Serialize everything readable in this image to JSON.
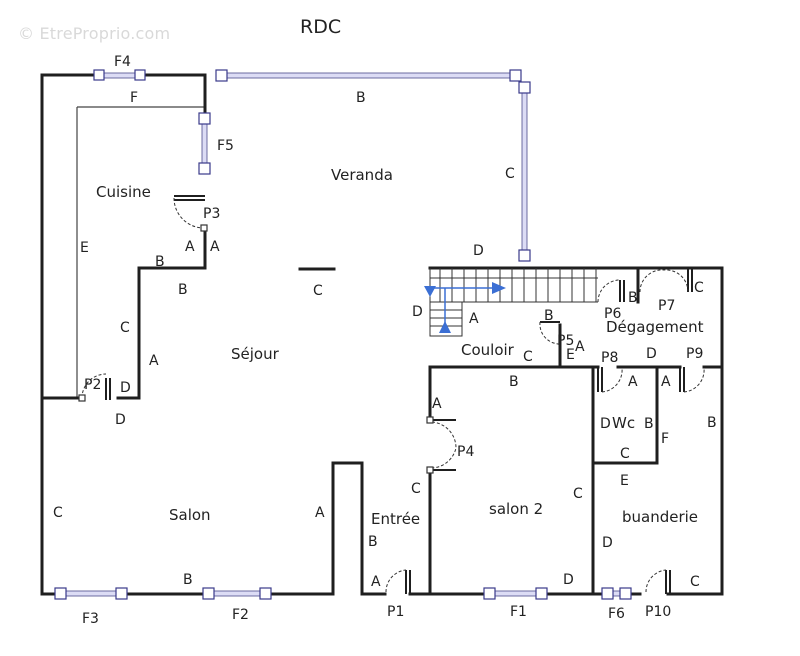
{
  "watermark": "© EtreProprio.com",
  "title": "RDC",
  "rooms": {
    "cuisine": "Cuisine",
    "veranda": "Veranda",
    "sejour": "Séjour",
    "salon": "Salon",
    "entree": "Entrée",
    "salon2": "salon 2",
    "couloir": "Couloir",
    "degagement": "Dégagement",
    "wc": "Wc",
    "buanderie": "buanderie"
  },
  "openings": {
    "f1": "F1",
    "f2": "F2",
    "f3": "F3",
    "f4": "F4",
    "f5": "F5",
    "f6": "F6",
    "p1": "P1",
    "p2": "P2",
    "p3": "P3",
    "p4": "P4",
    "p5": "P5",
    "p6": "P6",
    "p7": "P7",
    "p8": "P8",
    "p9": "P9",
    "p10": "P10"
  },
  "wall_letters": {
    "a": "A",
    "b": "B",
    "c": "C",
    "d": "D",
    "e": "E",
    "f": "F"
  },
  "colors": {
    "wall": "#1f1f1f",
    "glazing": "#3a3a8a",
    "stair_arrow": "#3b6fd4"
  }
}
